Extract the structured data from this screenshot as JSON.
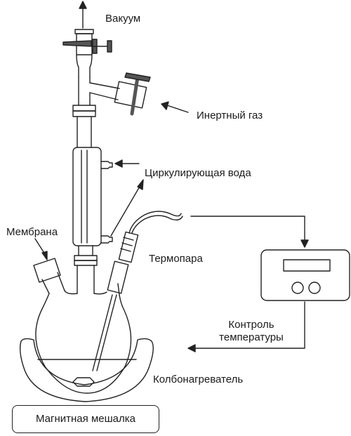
{
  "labels": {
    "vacuum": "Вакуум",
    "inert_gas": "Инертный газ",
    "circulating_water": "Циркулирующая вода",
    "membrane": "Мембрана",
    "thermocouple": "Термопара",
    "temperature_control_line1": "Контроль",
    "temperature_control_line2": "температуры",
    "heating_mantle": "Колбонагреватель",
    "magnetic_stirrer": "Магнитная мешалка"
  }
}
